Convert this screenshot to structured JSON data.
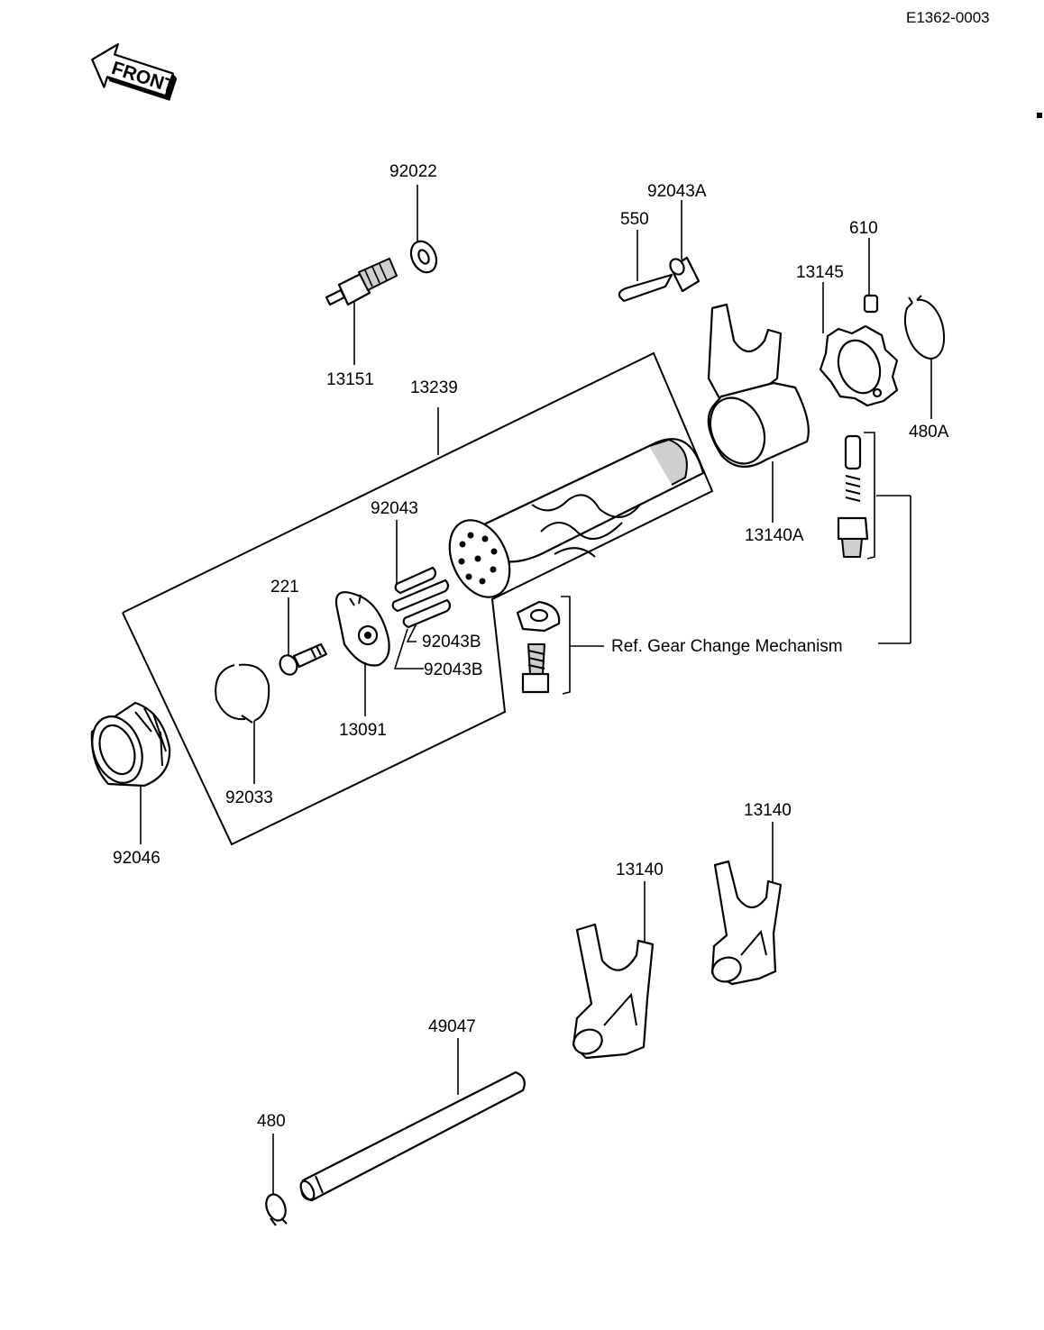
{
  "header": {
    "drawing_code": "E1362-0003",
    "front_label": "FRONT"
  },
  "parts": {
    "p92022": "92022",
    "p13151": "13151",
    "p550": "550",
    "p92043A": "92043A",
    "p610": "610",
    "p13145": "13145",
    "p480A": "480A",
    "p13239": "13239",
    "p13140A": "13140A",
    "p92043": "92043",
    "p221": "221",
    "p92043B_1": "92043B",
    "p92043B_2": "92043B",
    "p13091": "13091",
    "p92033": "92033",
    "p92046": "92046",
    "p13140_a": "13140",
    "p13140_b": "13140",
    "p49047": "49047",
    "p480": "480"
  },
  "reference": {
    "text": "Ref.  Gear Change Mechanism"
  }
}
